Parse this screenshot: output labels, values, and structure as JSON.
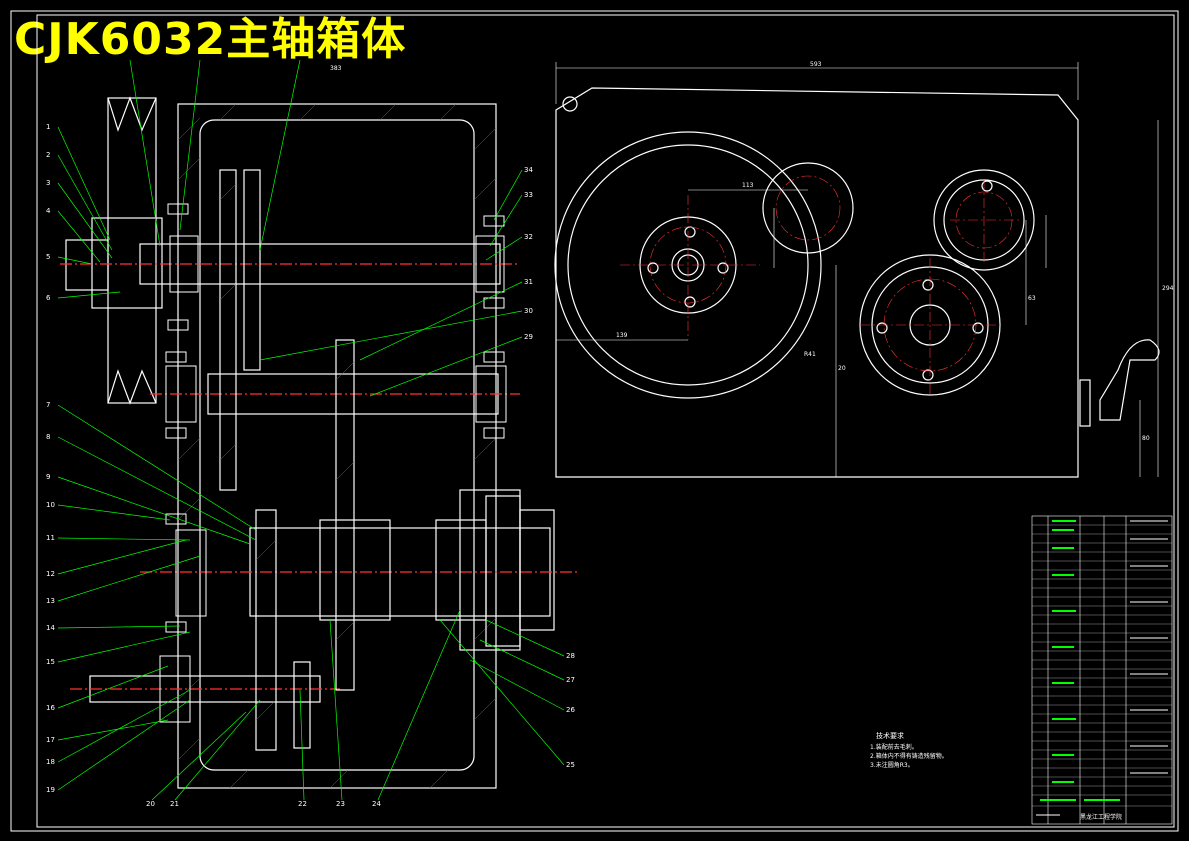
{
  "title": "CJK6032主轴箱体",
  "colors": {
    "background": "#000000",
    "outline": "#ffffff",
    "leader": "#00ff00",
    "dim": "#ffffff",
    "center": "#ff3333",
    "hatch": "#ff00ff",
    "title": "#ffff00"
  },
  "technical_requirements": {
    "heading": "技术要求",
    "items": [
      "1.装配前去毛刺。",
      "2.箱体内不得有铸造残留物。",
      "3.未注圆角R3。"
    ]
  },
  "school": "黑龙江工程学院",
  "left_part_numbers": [
    "1",
    "2",
    "3",
    "4",
    "5",
    "6",
    "7",
    "8",
    "9",
    "10",
    "11",
    "12",
    "13",
    "14",
    "15",
    "16",
    "17",
    "18",
    "19"
  ],
  "bottom_part_numbers": [
    "20",
    "21",
    "22",
    "23",
    "24"
  ],
  "right_part_numbers": [
    "34",
    "33",
    "32",
    "31",
    "30",
    "29",
    "28",
    "27",
    "26",
    "25"
  ],
  "dims": {
    "width_top": "593",
    "d113": "113",
    "d139": "139",
    "d294": "294",
    "d80": "80",
    "d63": "63",
    "d20": "20",
    "r41": "R41",
    "d383": "383"
  }
}
